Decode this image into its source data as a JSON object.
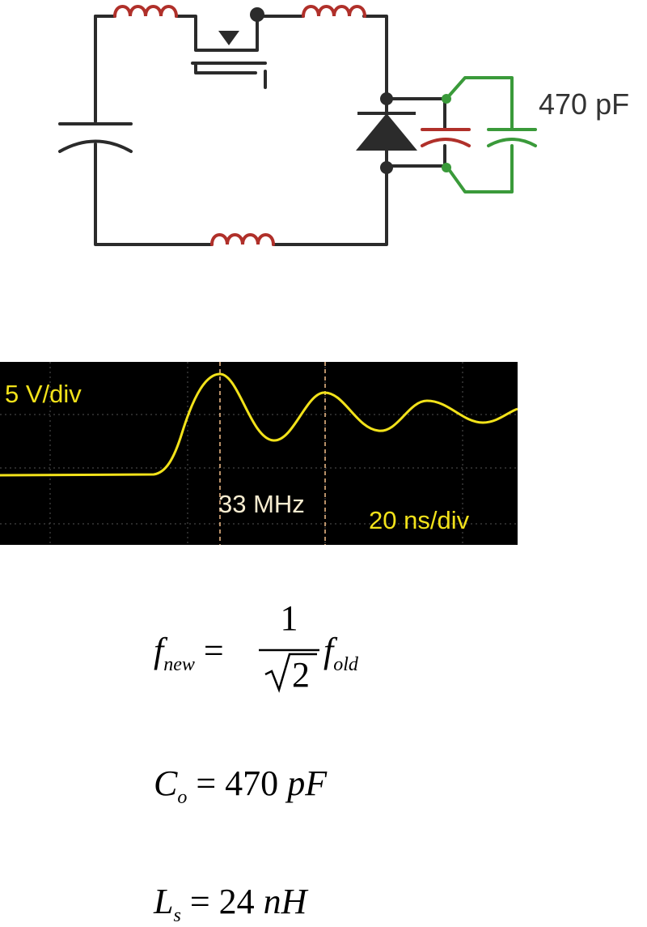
{
  "circuit": {
    "capacitor_label": "470 pF",
    "colors": {
      "wire": "#2b2b2b",
      "inductor": "#b0302a",
      "parasitic_cap": "#b0302a",
      "added_cap": "#3a9a3a"
    }
  },
  "scope": {
    "volts_per_div": "5 V/div",
    "time_per_div": "20 ns/div",
    "frequency": "33 MHz",
    "colors": {
      "trace": "#f2e21a",
      "marker": "#f5c08a",
      "label": "#f7ecd0",
      "grid": "#555555"
    }
  },
  "equations": {
    "frequency": {
      "lhs": "f",
      "lhs_sub": "new",
      "num": "1",
      "den": "2",
      "rhs": "f",
      "rhs_sub": "old"
    },
    "capacitance": {
      "sym": "C",
      "sub": "o",
      "value": "= 470",
      "unit": "pF"
    },
    "inductance": {
      "sym": "L",
      "sub": "s",
      "value": "= 24",
      "unit": "nH"
    }
  }
}
